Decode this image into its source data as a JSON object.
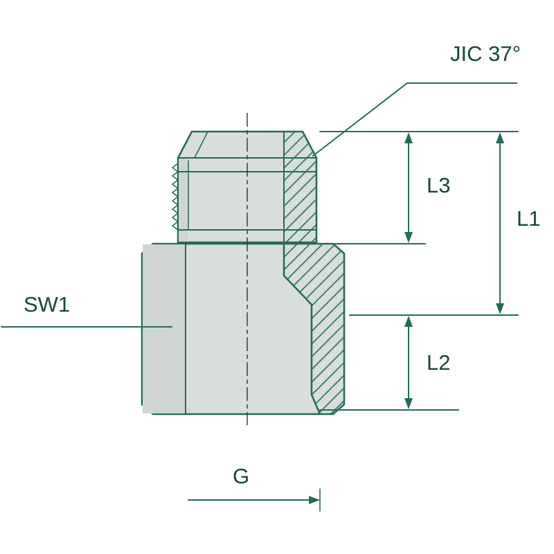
{
  "drawing": {
    "labels": {
      "thread_standard": "JIC 37°",
      "dim_l1": "L1",
      "dim_l2": "L2",
      "dim_l3": "L3",
      "wrench_size": "SW1",
      "thread_g": "G"
    },
    "colors": {
      "line": "#226b59",
      "text": "#16463a",
      "body_fill": "#d8ded9",
      "body_fill_shaded": "#cfd6d1",
      "centerline": "#3a3a3a",
      "background": "#ffffff"
    }
  }
}
